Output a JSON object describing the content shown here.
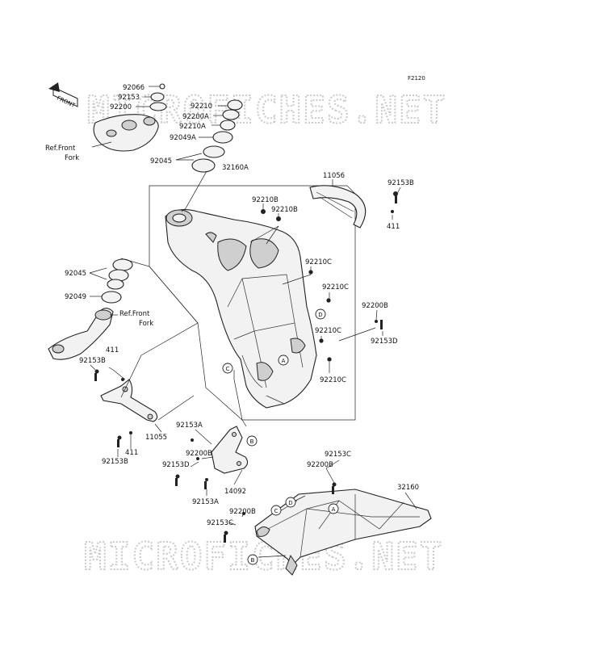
{
  "figure_code": "F2120",
  "watermarks": [
    "MICROFICHES.NET",
    "MICROFICHES.NET"
  ],
  "front_badge": "FRONT",
  "ref_front_fork": [
    "Ref.Front",
    "Fork"
  ],
  "labels": {
    "p92066": "92066",
    "p92153_top": "92153",
    "p92200_top": "92200",
    "p92210": "92210",
    "p92200A": "92200A",
    "p92210A": "92210A",
    "p92049A": "92049A",
    "p92045_top": "92045",
    "p32160A": "32160A",
    "p11056": "11056",
    "p92153B_r": "92153B",
    "p411_r": "411",
    "p92210B_1": "92210B",
    "p92210B_2": "92210B",
    "p92210C_1": "92210C",
    "p92210C_2": "92210C",
    "p92210C_3": "92210C",
    "p92210C_4": "92210C",
    "p92200B_r": "92200B",
    "p92153D_r": "92153D",
    "p92045_left": "92045",
    "p92049": "92049",
    "p411_l1": "411",
    "p92153B_l1": "92153B",
    "p11055": "11055",
    "p411_l2": "411",
    "p92153B_l2": "92153B",
    "p92153A_1": "92153A",
    "p92200B_m": "92200B",
    "p92153D_m": "92153D",
    "p14092": "14092",
    "p92153A_2": "92153A",
    "p92153C_1": "92153C",
    "p92200B_2": "92200B",
    "p32160": "32160",
    "p92200B_3": "92200B",
    "p92153C_2": "92153C"
  },
  "markers": {
    "a1": "A",
    "b1": "B",
    "c1": "C",
    "d1": "D",
    "a2": "A",
    "b2": "B",
    "c2": "C",
    "d2": "D"
  }
}
